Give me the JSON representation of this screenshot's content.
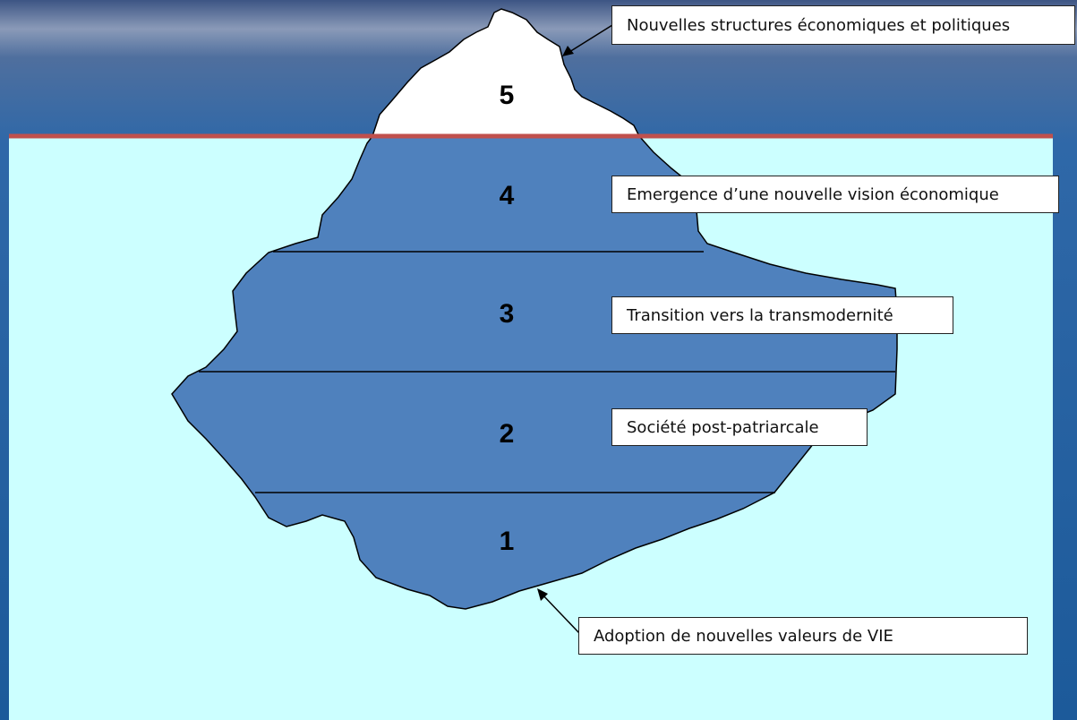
{
  "diagram": {
    "layers": [
      {
        "number": "5",
        "label": "Nouvelles structures  économiques et politiques"
      },
      {
        "number": "4",
        "label": "Emergence d’une nouvelle vision économique"
      },
      {
        "number": "3",
        "label": "Transition vers la transmodernité"
      },
      {
        "number": "2",
        "label": "Société post-patriarcale"
      },
      {
        "number": "1",
        "label": "Adoption de nouvelles valeurs de VIE"
      }
    ]
  },
  "colors": {
    "sky_top": "#3a5a8c",
    "sea": "#1f5fa0",
    "water_panel": "#ccffff",
    "iceberg_under": "#4f81bd",
    "iceberg_tip": "#ffffff",
    "waterline": "#c0504d"
  }
}
